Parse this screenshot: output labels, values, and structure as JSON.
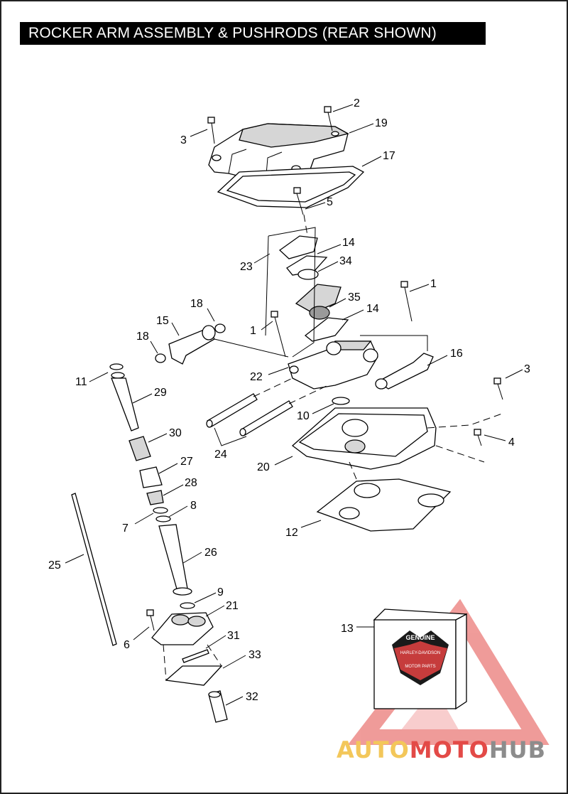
{
  "title": "ROCKER ARM ASSEMBLY & PUSHRODS (REAR SHOWN)",
  "callouts": [
    "1",
    "1",
    "2",
    "3",
    "3",
    "4",
    "5",
    "6",
    "7",
    "8",
    "9",
    "10",
    "11",
    "12",
    "13",
    "14",
    "14",
    "15",
    "16",
    "17",
    "18",
    "18",
    "19",
    "20",
    "21",
    "22",
    "23",
    "24",
    "25",
    "26",
    "27",
    "28",
    "29",
    "30",
    "31",
    "32",
    "33",
    "34",
    "35"
  ],
  "box_label": {
    "top": "GENUINE",
    "middle": "HARLEY-DAVIDSON",
    "bottom": "MOTOR PARTS"
  },
  "watermark": {
    "part1": "AUTO",
    "part2": "MOTO",
    "part3": "HUB",
    "colors": {
      "auto": "#f3c75a",
      "moto": "#e34a47",
      "hub": "#8c8c8c"
    }
  }
}
